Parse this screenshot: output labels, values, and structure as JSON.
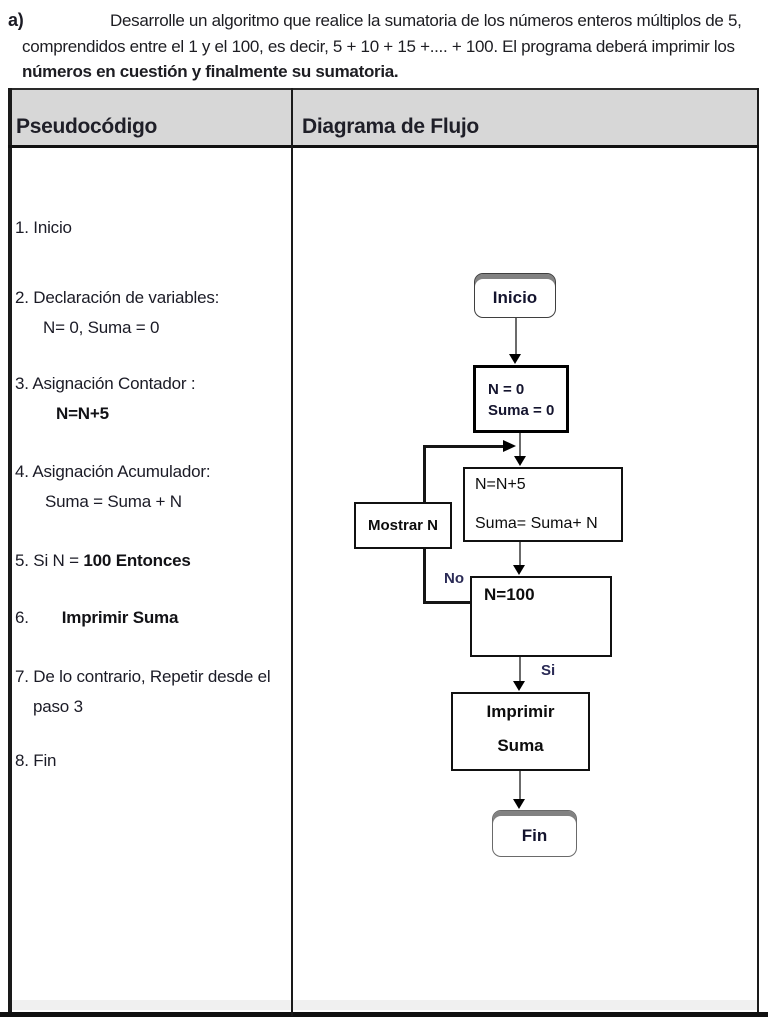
{
  "problem": {
    "label": "a)",
    "line1": "Desarrolle un algoritmo que realice la sumatoria de los números enteros múltiplos de 5,",
    "line2": "comprendidos entre el 1 y el 100, es decir, 5 + 10 + 15 +.... + 100. El programa deberá imprimir los",
    "line3": "números en cuestión y finalmente su sumatoria."
  },
  "table": {
    "col1_header": "Pseudocódigo",
    "col2_header": "Diagrama de Flujo"
  },
  "pseudocode": {
    "item1": "1. Inicio",
    "item2_line1": "2. Declaración de variables:",
    "item2_line2": "N= 0, Suma = 0",
    "item3_line1": "3. Asignación Contador :",
    "item3_line2": "N=N+5",
    "item4_line1": "4. Asignación Acumulador:",
    "item4_line2": "Suma = Suma + N",
    "item5_prefix": "5. Si N = ",
    "item5_bold": "100 Entonces",
    "item6_prefix": "6.",
    "item6_bold": "Imprimir Suma",
    "item7_line1": "7. De lo contrario, Repetir desde el",
    "item7_line2": "paso 3",
    "item8": "8. Fin"
  },
  "flowchart": {
    "start": "Inicio",
    "init_line1": "N = 0",
    "init_line2": "Suma = 0",
    "process_line1": "N=N+5",
    "process_line2": "Suma= Suma+ N",
    "display": "Mostrar N",
    "decision": "N=100",
    "no_label": "No",
    "si_label": "Si",
    "print_line1": "Imprimir",
    "print_line2": "Suma",
    "end": "Fin"
  },
  "colors": {
    "header_bg": "#d7d7d7",
    "table_border": "#1a1a1a",
    "connector_gray": "#6b6b6b",
    "label_navy": "#2a2a55"
  }
}
